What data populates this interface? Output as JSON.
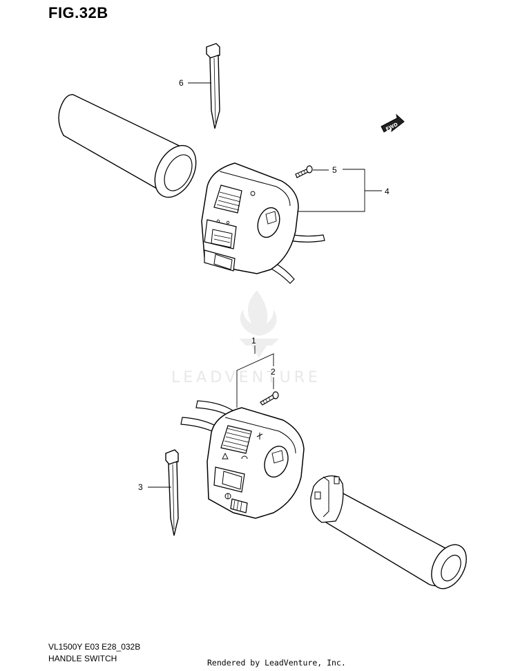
{
  "figure": {
    "title": "FIG.32B"
  },
  "watermark": {
    "text": "LEADVENTURE"
  },
  "fwd_badge": {
    "text": "FWD"
  },
  "callouts": {
    "c1": "1",
    "c2": "2",
    "c3": "3",
    "c4": "4",
    "c5": "5",
    "c6": "6"
  },
  "footer": {
    "model_code": "VL1500Y E03 E28_032B",
    "caption": "HANDLE SWITCH",
    "rendered_by": "Rendered by LeadVenture, Inc."
  }
}
